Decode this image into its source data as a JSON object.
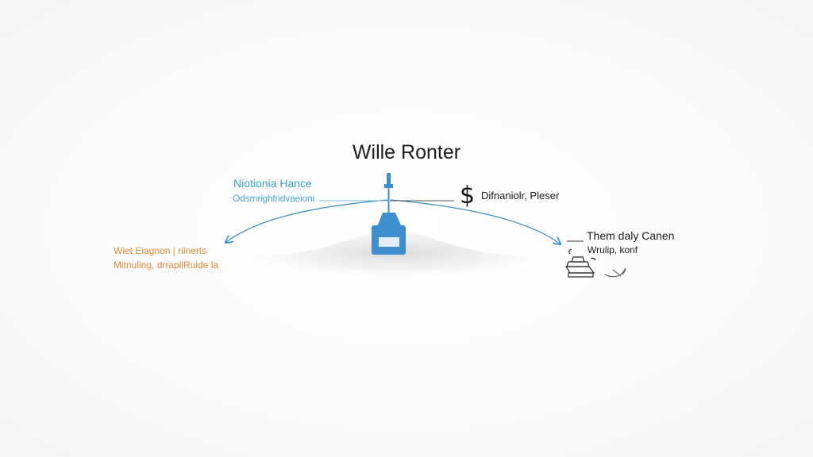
{
  "diagram": {
    "title": "Wille Ronter",
    "left_top_label": "Niotionia Hance",
    "left_top_sublabel": "Odsmrighfridvaeioni",
    "left_label_line1": "Wiet Eiagnon | rilnerts",
    "left_label_line2": "Mitnuling, drrapllRuide la",
    "right_top_symbol": "$",
    "right_top_label": "Difnaniolr, Pleser",
    "right_label_line1": "Them daly Canen",
    "right_label_line2": "Wrulip, konf"
  },
  "colors": {
    "blue_accent": "#3a8fc6",
    "orange_accent": "#e08a3a",
    "text_dark": "#1a1a1a",
    "device_blue": "#3d8fd0"
  },
  "icons": {
    "center": "router-device-icon",
    "top_right": "dollar-icon",
    "right": "printer-sketch-icon",
    "bottom_right": "pen-scribble-icon"
  }
}
